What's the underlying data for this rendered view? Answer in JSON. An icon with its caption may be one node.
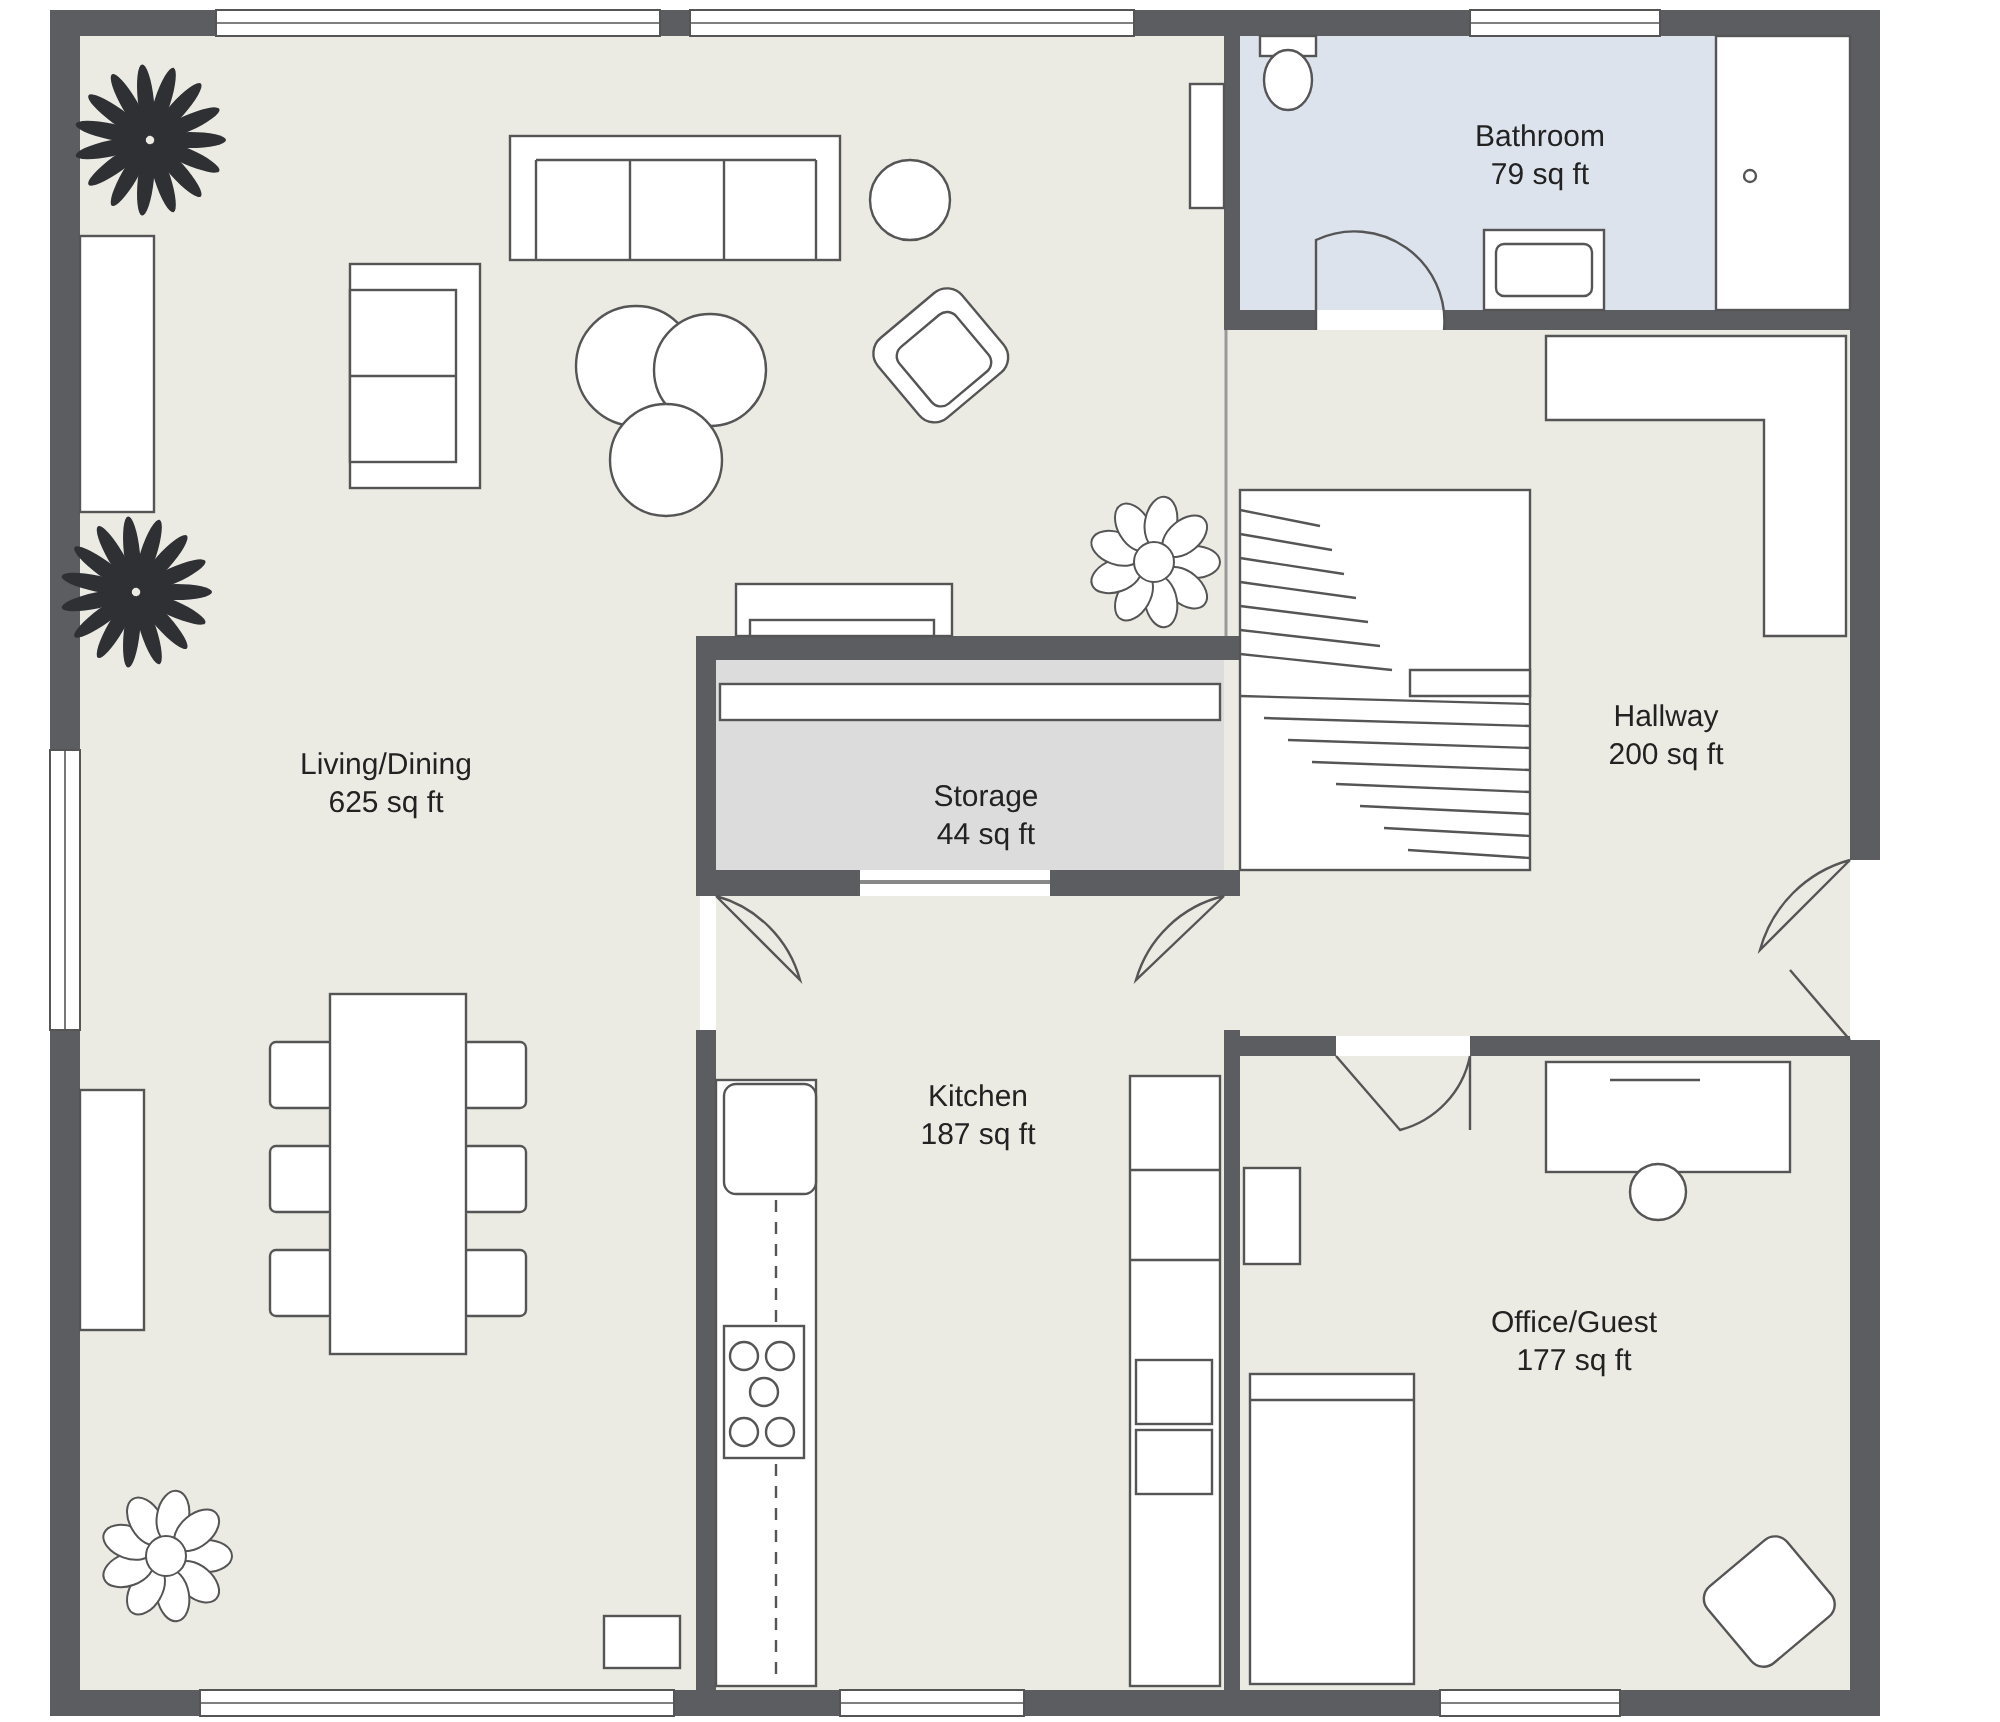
{
  "diagram": {
    "nodes": [
      {
        "text": [
          "Living/Dining",
          "625 sq ft"
        ]
      },
      {
        "text": [
          "Bathroom",
          "79 sq ft"
        ]
      },
      {
        "text": [
          "Hallway",
          "200 sq ft"
        ]
      },
      {
        "text": [
          "Storage",
          "44 sq ft"
        ]
      },
      {
        "text": [
          "Kitchen",
          "187 sq ft"
        ]
      },
      {
        "text": [
          "Office/Guest",
          "177 sq ft"
        ]
      }
    ]
  }
}
